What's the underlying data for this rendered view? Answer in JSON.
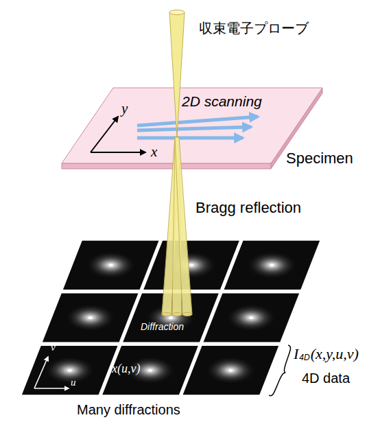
{
  "diagram": {
    "nodes": [
      {
        "text": [
          "2D scanning",
          "Specimen"
        ]
      }
    ],
    "labels": [
      "収束電子プローブ",
      "y",
      "x",
      "Bragg reflection",
      "Diffraction",
      "v",
      "u",
      "x(u,v)",
      "I",
      "4D",
      "(x,y,u,v)",
      "4D data",
      "Many diffractions"
    ]
  }
}
